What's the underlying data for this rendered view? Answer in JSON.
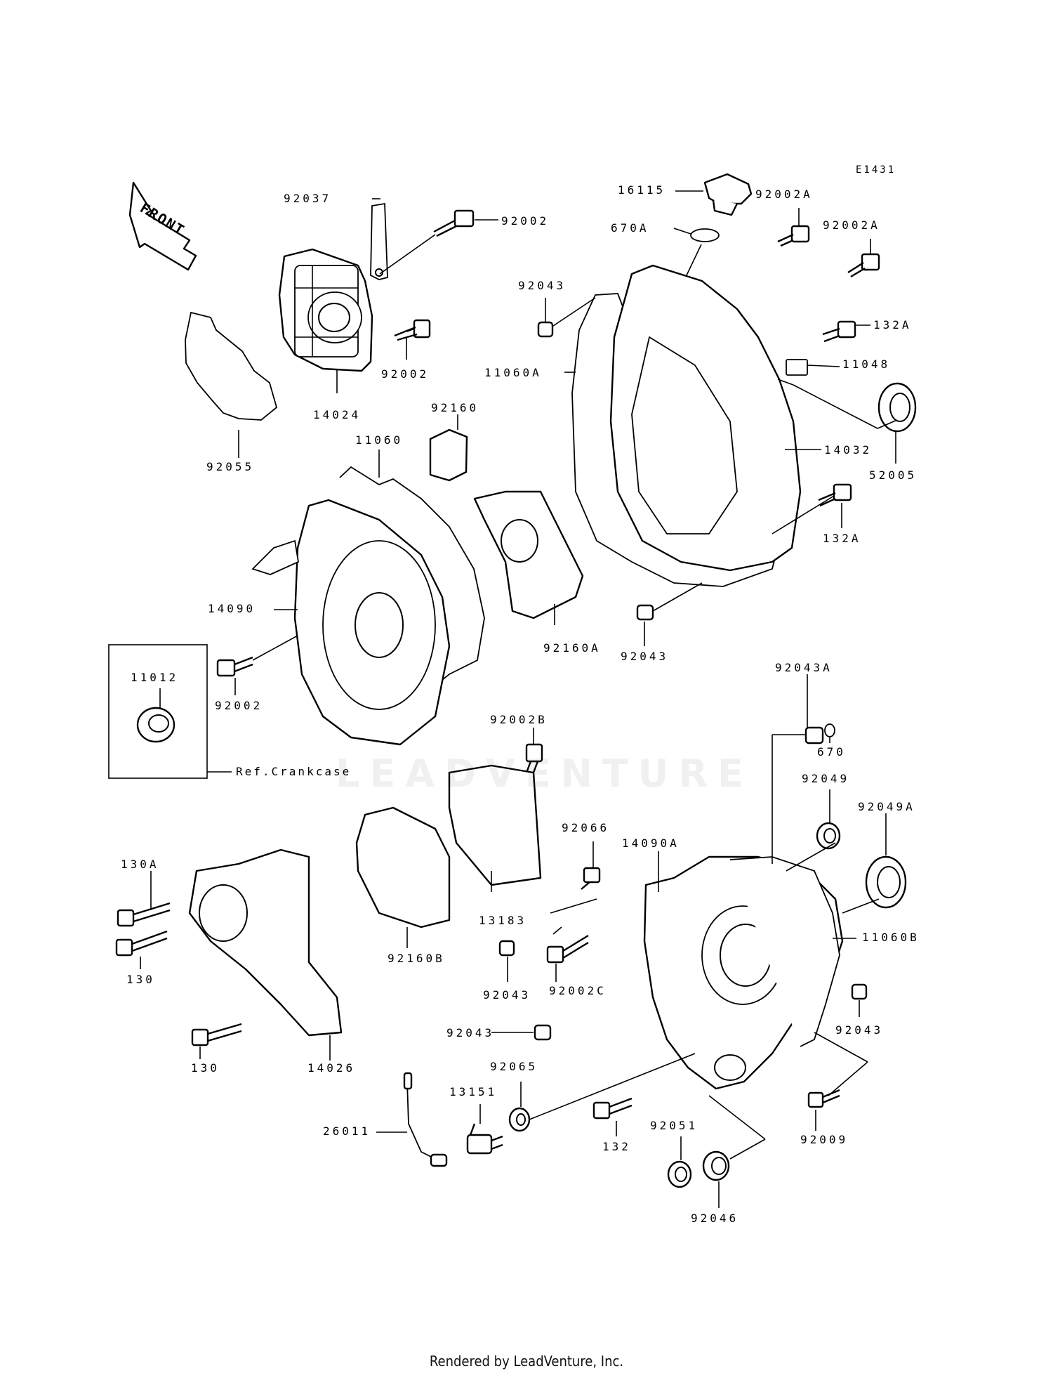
{
  "diagram_code": "E1431",
  "front_label": "FRONT",
  "footer": "Rendered by LeadVenture, Inc.",
  "watermark": "LEADVENTURE",
  "reference_box": {
    "part": "11012",
    "note": "Ref.Crankcase"
  },
  "labels": [
    {
      "id": "l-16115",
      "text": "16115"
    },
    {
      "id": "l-92002a-1",
      "text": "92002A"
    },
    {
      "id": "l-92002a-2",
      "text": "92002A"
    },
    {
      "id": "l-670a",
      "text": "670A"
    },
    {
      "id": "l-92037",
      "text": "92037"
    },
    {
      "id": "l-92002-top",
      "text": "92002"
    },
    {
      "id": "l-92043-top",
      "text": "92043"
    },
    {
      "id": "l-132a-1",
      "text": "132A"
    },
    {
      "id": "l-11060a",
      "text": "11060A"
    },
    {
      "id": "l-11048",
      "text": "11048"
    },
    {
      "id": "l-92002-mid",
      "text": "92002"
    },
    {
      "id": "l-14024",
      "text": "14024"
    },
    {
      "id": "l-92160",
      "text": "92160"
    },
    {
      "id": "l-14032",
      "text": "14032"
    },
    {
      "id": "l-52005",
      "text": "52005"
    },
    {
      "id": "l-92055",
      "text": "92055"
    },
    {
      "id": "l-11060",
      "text": "11060"
    },
    {
      "id": "l-132a-2",
      "text": "132A"
    },
    {
      "id": "l-14090",
      "text": "14090"
    },
    {
      "id": "l-92160a",
      "text": "92160A"
    },
    {
      "id": "l-92043-mid",
      "text": "92043"
    },
    {
      "id": "l-92043a",
      "text": "92043A"
    },
    {
      "id": "l-92002-low",
      "text": "92002"
    },
    {
      "id": "l-92002b",
      "text": "92002B"
    },
    {
      "id": "l-670",
      "text": "670"
    },
    {
      "id": "l-92049",
      "text": "92049"
    },
    {
      "id": "l-92049a",
      "text": "92049A"
    },
    {
      "id": "l-92066",
      "text": "92066"
    },
    {
      "id": "l-14090a",
      "text": "14090A"
    },
    {
      "id": "l-130a",
      "text": "130A"
    },
    {
      "id": "l-13183",
      "text": "13183"
    },
    {
      "id": "l-11060b",
      "text": "11060B"
    },
    {
      "id": "l-130-1",
      "text": "130"
    },
    {
      "id": "l-92160b",
      "text": "92160B"
    },
    {
      "id": "l-92043-c",
      "text": "92043"
    },
    {
      "id": "l-92002c",
      "text": "92002C"
    },
    {
      "id": "l-92043-d",
      "text": "92043"
    },
    {
      "id": "l-92043-e",
      "text": "92043"
    },
    {
      "id": "l-130-2",
      "text": "130"
    },
    {
      "id": "l-14026",
      "text": "14026"
    },
    {
      "id": "l-92065",
      "text": "92065"
    },
    {
      "id": "l-13151",
      "text": "13151"
    },
    {
      "id": "l-26011",
      "text": "26011"
    },
    {
      "id": "l-132",
      "text": "132"
    },
    {
      "id": "l-92051",
      "text": "92051"
    },
    {
      "id": "l-92009",
      "text": "92009"
    },
    {
      "id": "l-92046",
      "text": "92046"
    }
  ]
}
